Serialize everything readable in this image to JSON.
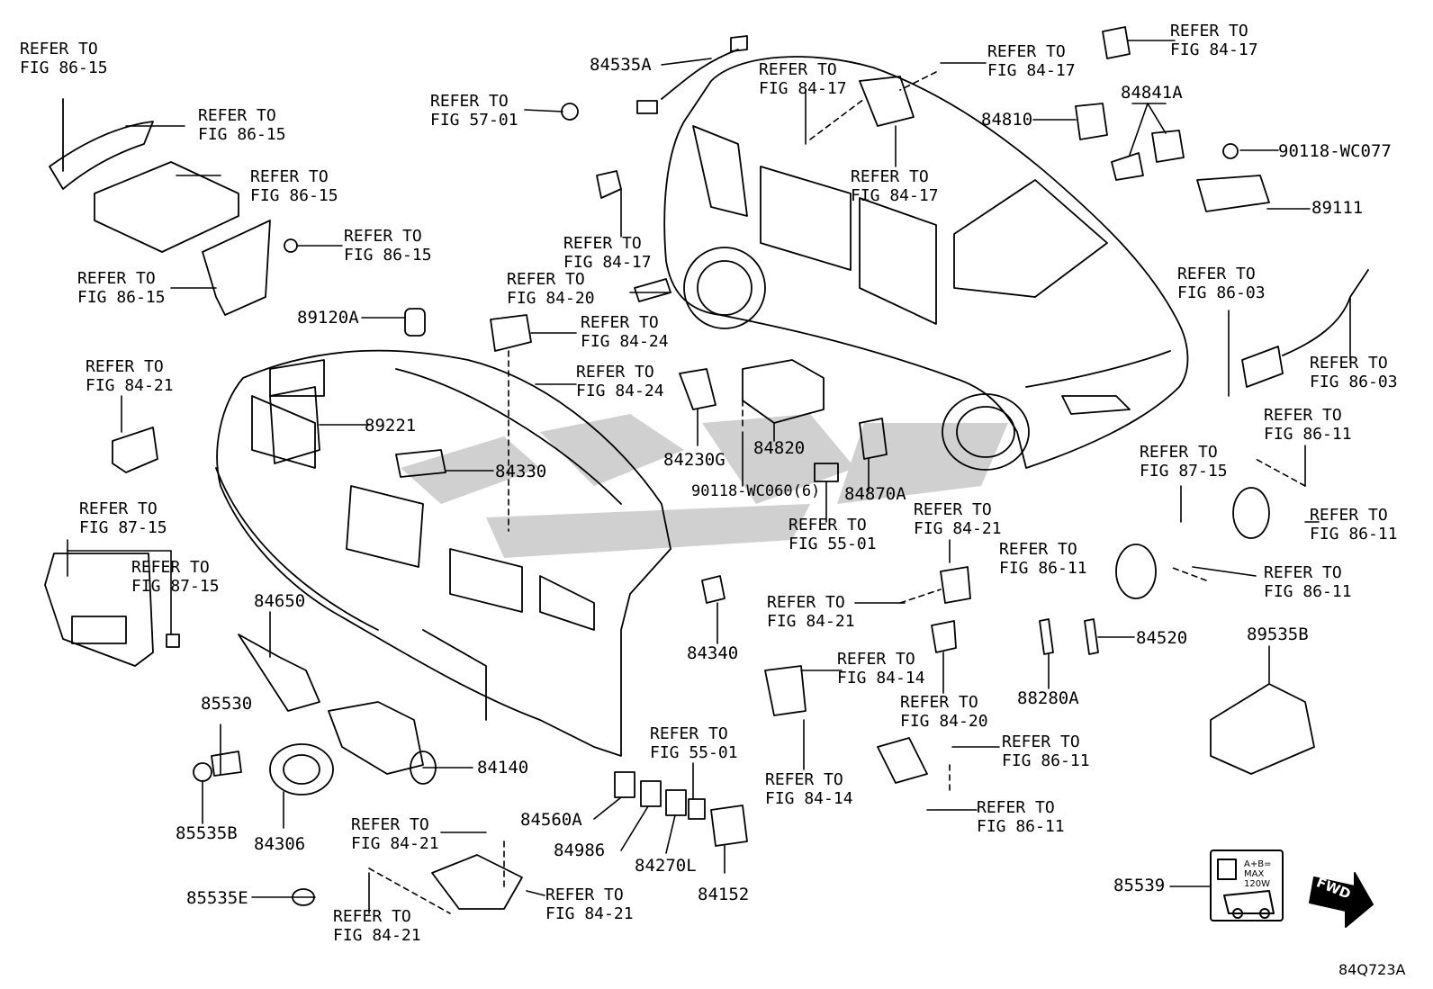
{
  "diagram_code": "84Q723A",
  "fwd_label": "FWD",
  "watermark_text": "",
  "placard": {
    "line1": "A+B=",
    "line2": "MAX",
    "line3": "120W"
  },
  "part_numbers": [
    {
      "id": "p84535A",
      "text": "84535A"
    },
    {
      "id": "p84810",
      "text": "84810"
    },
    {
      "id": "p84841A",
      "text": "84841A"
    },
    {
      "id": "p90118_WC077",
      "text": "90118-WC077"
    },
    {
      "id": "p89111",
      "text": "89111"
    },
    {
      "id": "p89120A",
      "text": "89120A"
    },
    {
      "id": "p89221",
      "text": "89221"
    },
    {
      "id": "p84330",
      "text": "84330"
    },
    {
      "id": "p84230G",
      "text": "84230G"
    },
    {
      "id": "p84820",
      "text": "84820"
    },
    {
      "id": "p90118_WC060",
      "text": "90118-WC060(6)"
    },
    {
      "id": "p84870A",
      "text": "84870A"
    },
    {
      "id": "p84650",
      "text": "84650"
    },
    {
      "id": "p84340",
      "text": "84340"
    },
    {
      "id": "p85530",
      "text": "85530"
    },
    {
      "id": "p84140",
      "text": "84140"
    },
    {
      "id": "p85535B",
      "text": "85535B"
    },
    {
      "id": "p84306",
      "text": "84306"
    },
    {
      "id": "p84560A",
      "text": "84560A"
    },
    {
      "id": "p84986",
      "text": "84986"
    },
    {
      "id": "p84270L",
      "text": "84270L"
    },
    {
      "id": "p84152",
      "text": "84152"
    },
    {
      "id": "p85535E",
      "text": "85535E"
    },
    {
      "id": "p88280A",
      "text": "88280A"
    },
    {
      "id": "p84520",
      "text": "84520"
    },
    {
      "id": "p89535B",
      "text": "89535B"
    },
    {
      "id": "p85539",
      "text": "85539"
    }
  ],
  "refer_labels": [
    {
      "id": "r01",
      "line1": "REFER TO",
      "line2": "FIG 86-15"
    },
    {
      "id": "r02",
      "line1": "REFER TO",
      "line2": "FIG 86-15"
    },
    {
      "id": "r03",
      "line1": "REFER TO",
      "line2": "FIG 86-15"
    },
    {
      "id": "r04",
      "line1": "REFER TO",
      "line2": "FIG 86-15"
    },
    {
      "id": "r05",
      "line1": "REFER TO",
      "line2": "FIG 86-15"
    },
    {
      "id": "r06",
      "line1": "REFER TO",
      "line2": "FIG 57-01"
    },
    {
      "id": "r07",
      "line1": "REFER TO",
      "line2": "FIG 84-17"
    },
    {
      "id": "r08",
      "line1": "REFER TO",
      "line2": "FIG 84-17"
    },
    {
      "id": "r09",
      "line1": "REFER TO",
      "line2": "FIG 84-17"
    },
    {
      "id": "r10",
      "line1": "REFER TO",
      "line2": "FIG 84-17"
    },
    {
      "id": "r11",
      "line1": "REFER TO",
      "line2": "FIG 84-17"
    },
    {
      "id": "r12",
      "line1": "REFER TO",
      "line2": "FIG 84-20"
    },
    {
      "id": "r13",
      "line1": "REFER TO",
      "line2": "FIG 84-24"
    },
    {
      "id": "r14",
      "line1": "REFER TO",
      "line2": "FIG 84-24"
    },
    {
      "id": "r15",
      "line1": "REFER TO",
      "line2": "FIG 86-03"
    },
    {
      "id": "r16",
      "line1": "REFER TO",
      "line2": "FIG 86-03"
    },
    {
      "id": "r17",
      "line1": "REFER TO",
      "line2": "FIG 84-21"
    },
    {
      "id": "r18",
      "line1": "REFER TO",
      "line2": "FIG 86-11"
    },
    {
      "id": "r19",
      "line1": "REFER TO",
      "line2": "FIG 87-15"
    },
    {
      "id": "r20",
      "line1": "REFER TO",
      "line2": "FIG 86-11"
    },
    {
      "id": "r21",
      "line1": "REFER TO",
      "line2": "FIG 87-15"
    },
    {
      "id": "r22",
      "line1": "REFER TO",
      "line2": "FIG 87-15"
    },
    {
      "id": "r23",
      "line1": "REFER TO",
      "line2": "FIG 55-01"
    },
    {
      "id": "r24",
      "line1": "REFER TO",
      "line2": "FIG 84-21"
    },
    {
      "id": "r25",
      "line1": "REFER TO",
      "line2": "FIG 86-11"
    },
    {
      "id": "r26",
      "line1": "REFER TO",
      "line2": "FIG 86-11"
    },
    {
      "id": "r27",
      "line1": "REFER TO",
      "line2": "FIG 84-21"
    },
    {
      "id": "r28",
      "line1": "REFER TO",
      "line2": "FIG 84-14"
    },
    {
      "id": "r29",
      "line1": "REFER TO",
      "line2": "FIG 84-20"
    },
    {
      "id": "r30",
      "line1": "REFER TO",
      "line2": "FIG 55-01"
    },
    {
      "id": "r31",
      "line1": "REFER TO",
      "line2": "FIG 86-11"
    },
    {
      "id": "r32",
      "line1": "REFER TO",
      "line2": "FIG 84-14"
    },
    {
      "id": "r33",
      "line1": "REFER TO",
      "line2": "FIG 86-11"
    },
    {
      "id": "r34",
      "line1": "REFER TO",
      "line2": "FIG 84-21"
    },
    {
      "id": "r35",
      "line1": "REFER TO",
      "line2": "FIG 84-21"
    },
    {
      "id": "r36",
      "line1": "REFER TO",
      "line2": "FIG 84-21"
    }
  ]
}
